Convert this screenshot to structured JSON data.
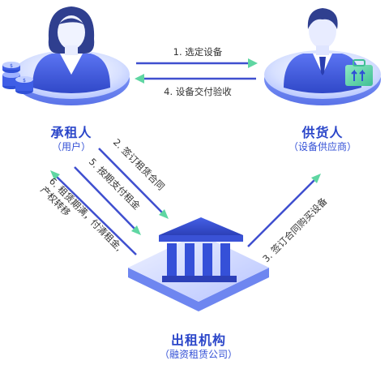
{
  "nodes": {
    "lessee": {
      "title": "承租人",
      "subtitle": "（用户）"
    },
    "supplier": {
      "title": "供货人",
      "subtitle": "（设备供应商）"
    },
    "lessor": {
      "title": "出租机构",
      "subtitle": "（融资租赁公司）"
    }
  },
  "steps": [
    {
      "id": "step1",
      "text": "1. 选定设备"
    },
    {
      "id": "step2",
      "text": "2. 签订租赁合同"
    },
    {
      "id": "step3",
      "text": "3. 签订合同购买设备"
    },
    {
      "id": "step4",
      "text": "4. 设备交付验收"
    },
    {
      "id": "step5",
      "text": "5. 按期支付租金"
    },
    {
      "id": "step6",
      "lines": [
        "6. 租赁期满，付清租金,",
        "产权转移"
      ]
    }
  ],
  "colors": {
    "primary": "#2f4fd6",
    "platform": "#c9d6ff",
    "arrow_blue": "#3f4fcf",
    "arrow_green": "#5fd6a2"
  }
}
